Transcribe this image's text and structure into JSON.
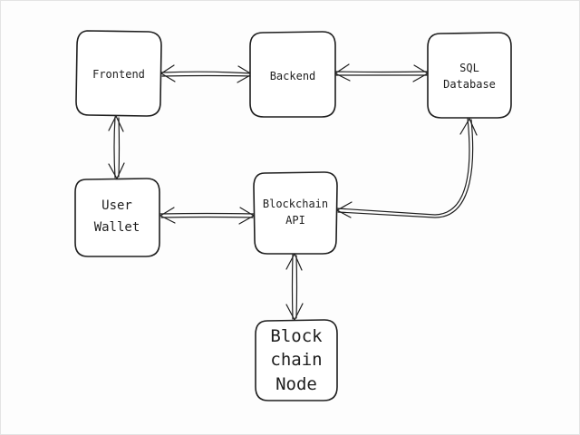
{
  "diagram": {
    "nodes": {
      "frontend": {
        "label": "Frontend"
      },
      "backend": {
        "label": "Backend"
      },
      "sql_database": {
        "label_line1": "SQL",
        "label_line2": "Database"
      },
      "user_wallet": {
        "label_line1": "User",
        "label_line2": "Wallet"
      },
      "blockchain_api": {
        "label_line1": "Blockchain",
        "label_line2": "API"
      },
      "blockchain_node": {
        "label_line1": "Block",
        "label_line2": "chain",
        "label_line3": "Node"
      }
    },
    "edges": [
      {
        "from": "Frontend",
        "to": "Backend",
        "direction": "bidirectional"
      },
      {
        "from": "Backend",
        "to": "SQL Database",
        "direction": "bidirectional"
      },
      {
        "from": "Frontend",
        "to": "User Wallet",
        "direction": "bidirectional"
      },
      {
        "from": "User Wallet",
        "to": "Blockchain API",
        "direction": "bidirectional"
      },
      {
        "from": "SQL Database",
        "to": "Blockchain API",
        "direction": "bidirectional"
      },
      {
        "from": "Blockchain API",
        "to": "Blockchain Node",
        "direction": "bidirectional"
      }
    ]
  }
}
